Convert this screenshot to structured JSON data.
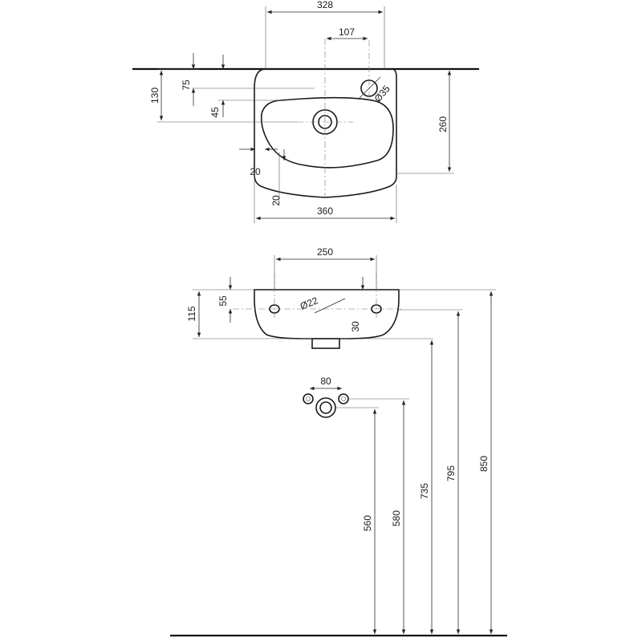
{
  "dimensions": {
    "top_width": "328",
    "tap_offset": "107",
    "height_130": "130",
    "height_75": "75",
    "height_45": "45",
    "tap_dia": "Ø35",
    "depth_260": "260",
    "rim_20_h": "20",
    "rim_20_v": "20",
    "width_360": "360",
    "holes_250": "250",
    "height_115": "115",
    "height_55": "55",
    "hole_dia": "Ø22",
    "height_30": "30",
    "pipes_80": "80",
    "h_560": "560",
    "h_580": "580",
    "h_735": "735",
    "h_795": "795",
    "h_850": "850"
  }
}
